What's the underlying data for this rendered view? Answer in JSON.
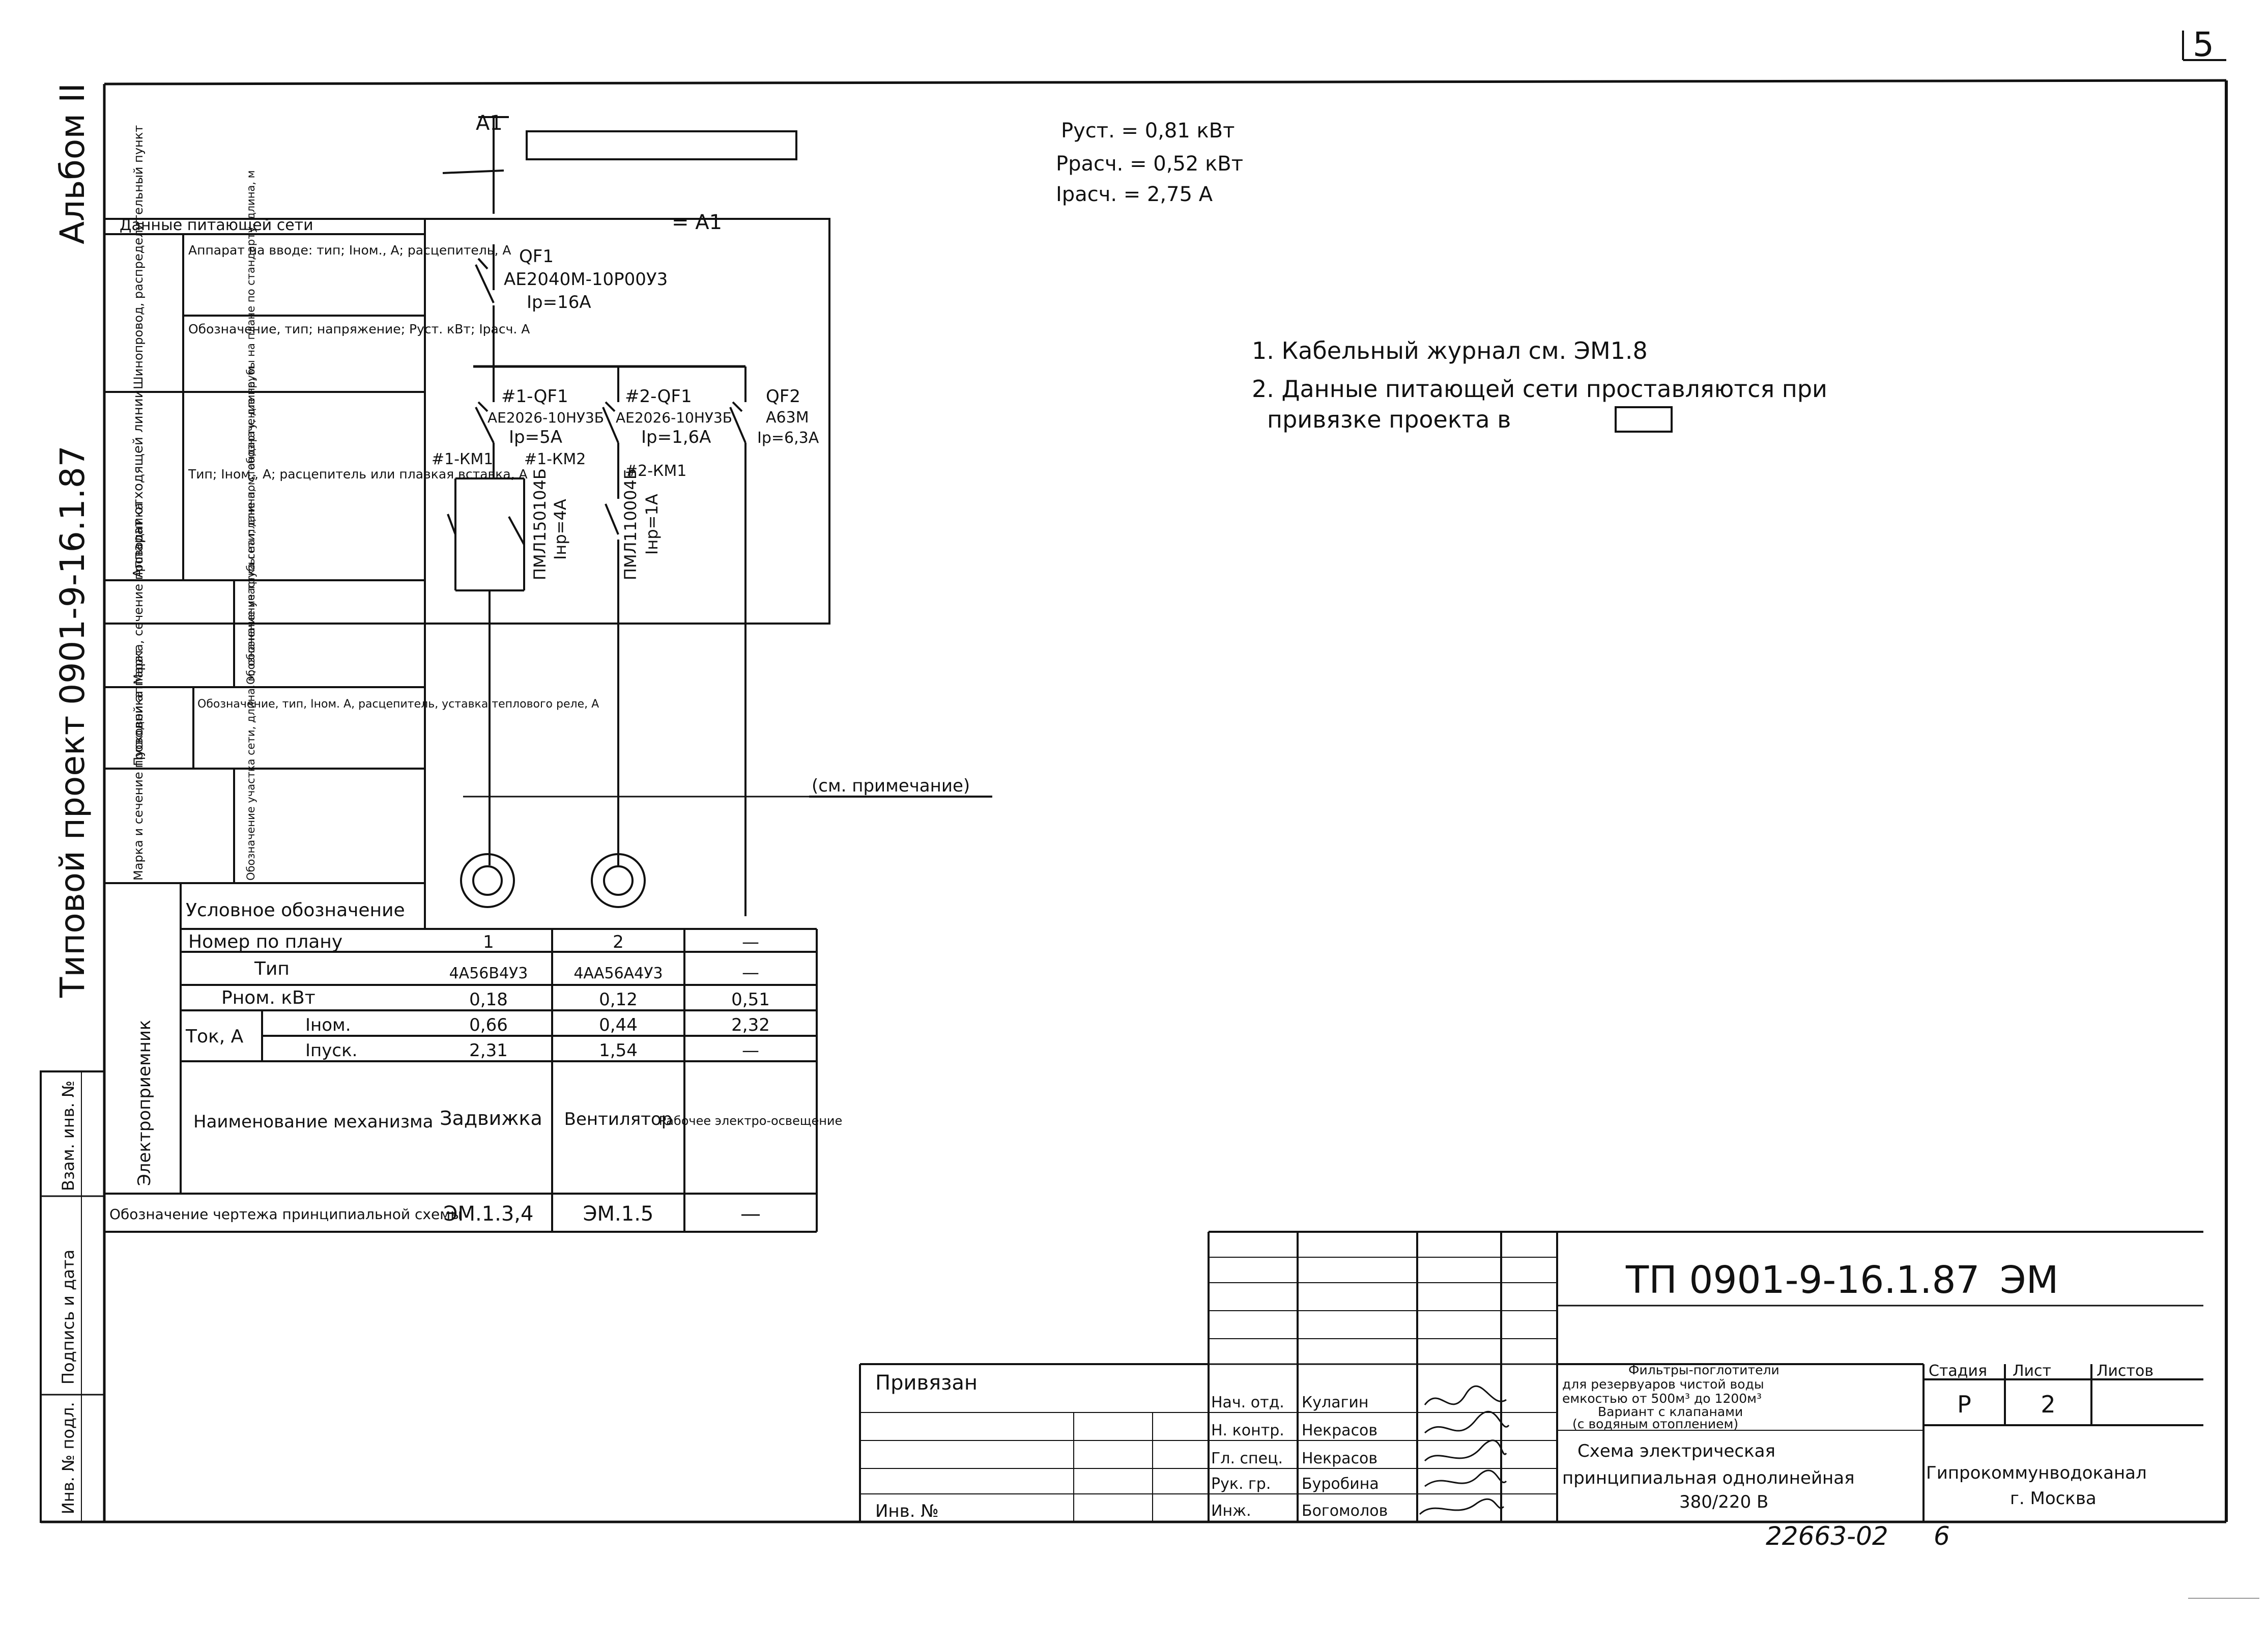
{
  "sheet_number": "5",
  "side_stamp": {
    "title": "Типовой проект 0901-9-16.1.87",
    "album": "Альбом II",
    "fields": [
      "Инв. № подл.",
      "Подпись и дата",
      "Взам. инв. №"
    ]
  },
  "load": {
    "p_ust": "Руст. = 0,81 кВт",
    "p_rasch": "Ррасч. = 0,52 кВт",
    "i_rasch": "Iрасч. = 2,75 А"
  },
  "notes": [
    "1. Кабельный журнал см. ЭМ1.8",
    "2. Данные питающей сети проставляются при",
    "привязке проекта в"
  ],
  "diagram": {
    "bus_top": "А1",
    "bus_mid": "= А1",
    "qf1": {
      "ref": "QF1",
      "type": "АЕ2040М-10Р00У3",
      "setting": "Iр=16А"
    },
    "branches": [
      {
        "qf": "#1-QF1",
        "qf_type": "АЕ2026-10НУ3Б",
        "setting": "Iр=5А",
        "km_a": "#1-КМ1",
        "km_b": "#1-КМ2",
        "starter": "ПМЛ150104Б",
        "rating": "Iнр=4А"
      },
      {
        "qf": "#2-QF1",
        "qf_type": "АЕ2026-10НУ3Б",
        "setting": "Iр=1,6А",
        "km_a": "#2-КМ1",
        "starter": "ПМЛ110004Б",
        "rating": "Iнр=1А"
      }
    ],
    "qf2": {
      "ref": "QF2",
      "type": "А63М",
      "setting": "Iр=6,3А"
    },
    "see_note": "(см. примечание)"
  },
  "left_table": {
    "header": "Данные питающей сети",
    "groups": [
      {
        "label": "Шинопровод, распределительный пункт",
        "rows": [
          "Аппарат на вводе: тип; Iном., А; расцепитель, А",
          "Обозначение, тип; напряжение; Руст. кВт; Iрасч. А"
        ]
      },
      {
        "label": "Аппарат отходящей линии",
        "rows": [
          "Тип; Iном., А; расцепитель или плавкая вставка, А"
        ]
      },
      {
        "label": "Марка, сечение проводника",
        "rows": [
          "Обозначение участка сети; длина, м; обозначение трубы на плане по стандарту, длина, м"
        ]
      },
      {
        "label": "Пусковой аппарат",
        "rows": [
          "Обозначение, тип, Iном. А, расцепитель, уставка теплового реле, А"
        ]
      },
      {
        "label": "Марка и сечение проводника",
        "rows": [
          "Обозначение участка сети, длина, м; обозначение трубы на плане по стандарту, длина, м"
        ]
      }
    ],
    "legend_row": "Условное обозначение"
  },
  "receivers": {
    "group_label": "Электроприемник",
    "rows": [
      {
        "label": "Номер по плану",
        "values": [
          "1",
          "2",
          "—"
        ]
      },
      {
        "label": "Тип",
        "values": [
          "4А56В4У3",
          "4АА56А4У3",
          "—"
        ]
      },
      {
        "label": "Рном. кВт",
        "values": [
          "0,18",
          "0,12",
          "0,51"
        ]
      },
      {
        "label": "Iном.",
        "values": [
          "0,66",
          "0,44",
          "2,32"
        ]
      },
      {
        "label": "Iпуск.",
        "values": [
          "2,31",
          "1,54",
          "—"
        ]
      }
    ],
    "current_label": "Ток, А",
    "name_label": "Наименование механизма",
    "names": [
      "Задвижка",
      "Вентилятор",
      "Рабочее электро-освещение"
    ],
    "drawing_label": "Обозначение чертежа принципиальной схемы",
    "drawings": [
      "ЭМ.1.3,4",
      "ЭМ.1.5",
      "—"
    ]
  },
  "title_block": {
    "code": "ТП 0901-9-16.1.87",
    "mark": "ЭМ",
    "bound": "Привязан",
    "inv": "Инв. №",
    "roles": [
      "Нач. отд.",
      "Н. контр.",
      "Гл. спец.",
      "Рук. гр.",
      "Инж."
    ],
    "names": [
      "Кулагин",
      "Некрасов",
      "Некрасов",
      "Буробина",
      "Богомолов"
    ],
    "description": [
      "Фильтры-поглотители",
      "для резервуаров чистой воды",
      "емкостью от 500м³ до 1200м³",
      "Вариант с клапанами",
      "(с водяным отоплением)"
    ],
    "scheme_title": [
      "Схема электрическая",
      "принципиальная однолинейная",
      "380/220 В"
    ],
    "stage_headers": [
      "Стадия",
      "Лист",
      "Листов"
    ],
    "stage_values": [
      "Р",
      "2",
      ""
    ],
    "org": [
      "Гипрокоммунводоканал",
      "г. Москва"
    ],
    "archive": "22663-02",
    "archive_sheet": "6"
  }
}
